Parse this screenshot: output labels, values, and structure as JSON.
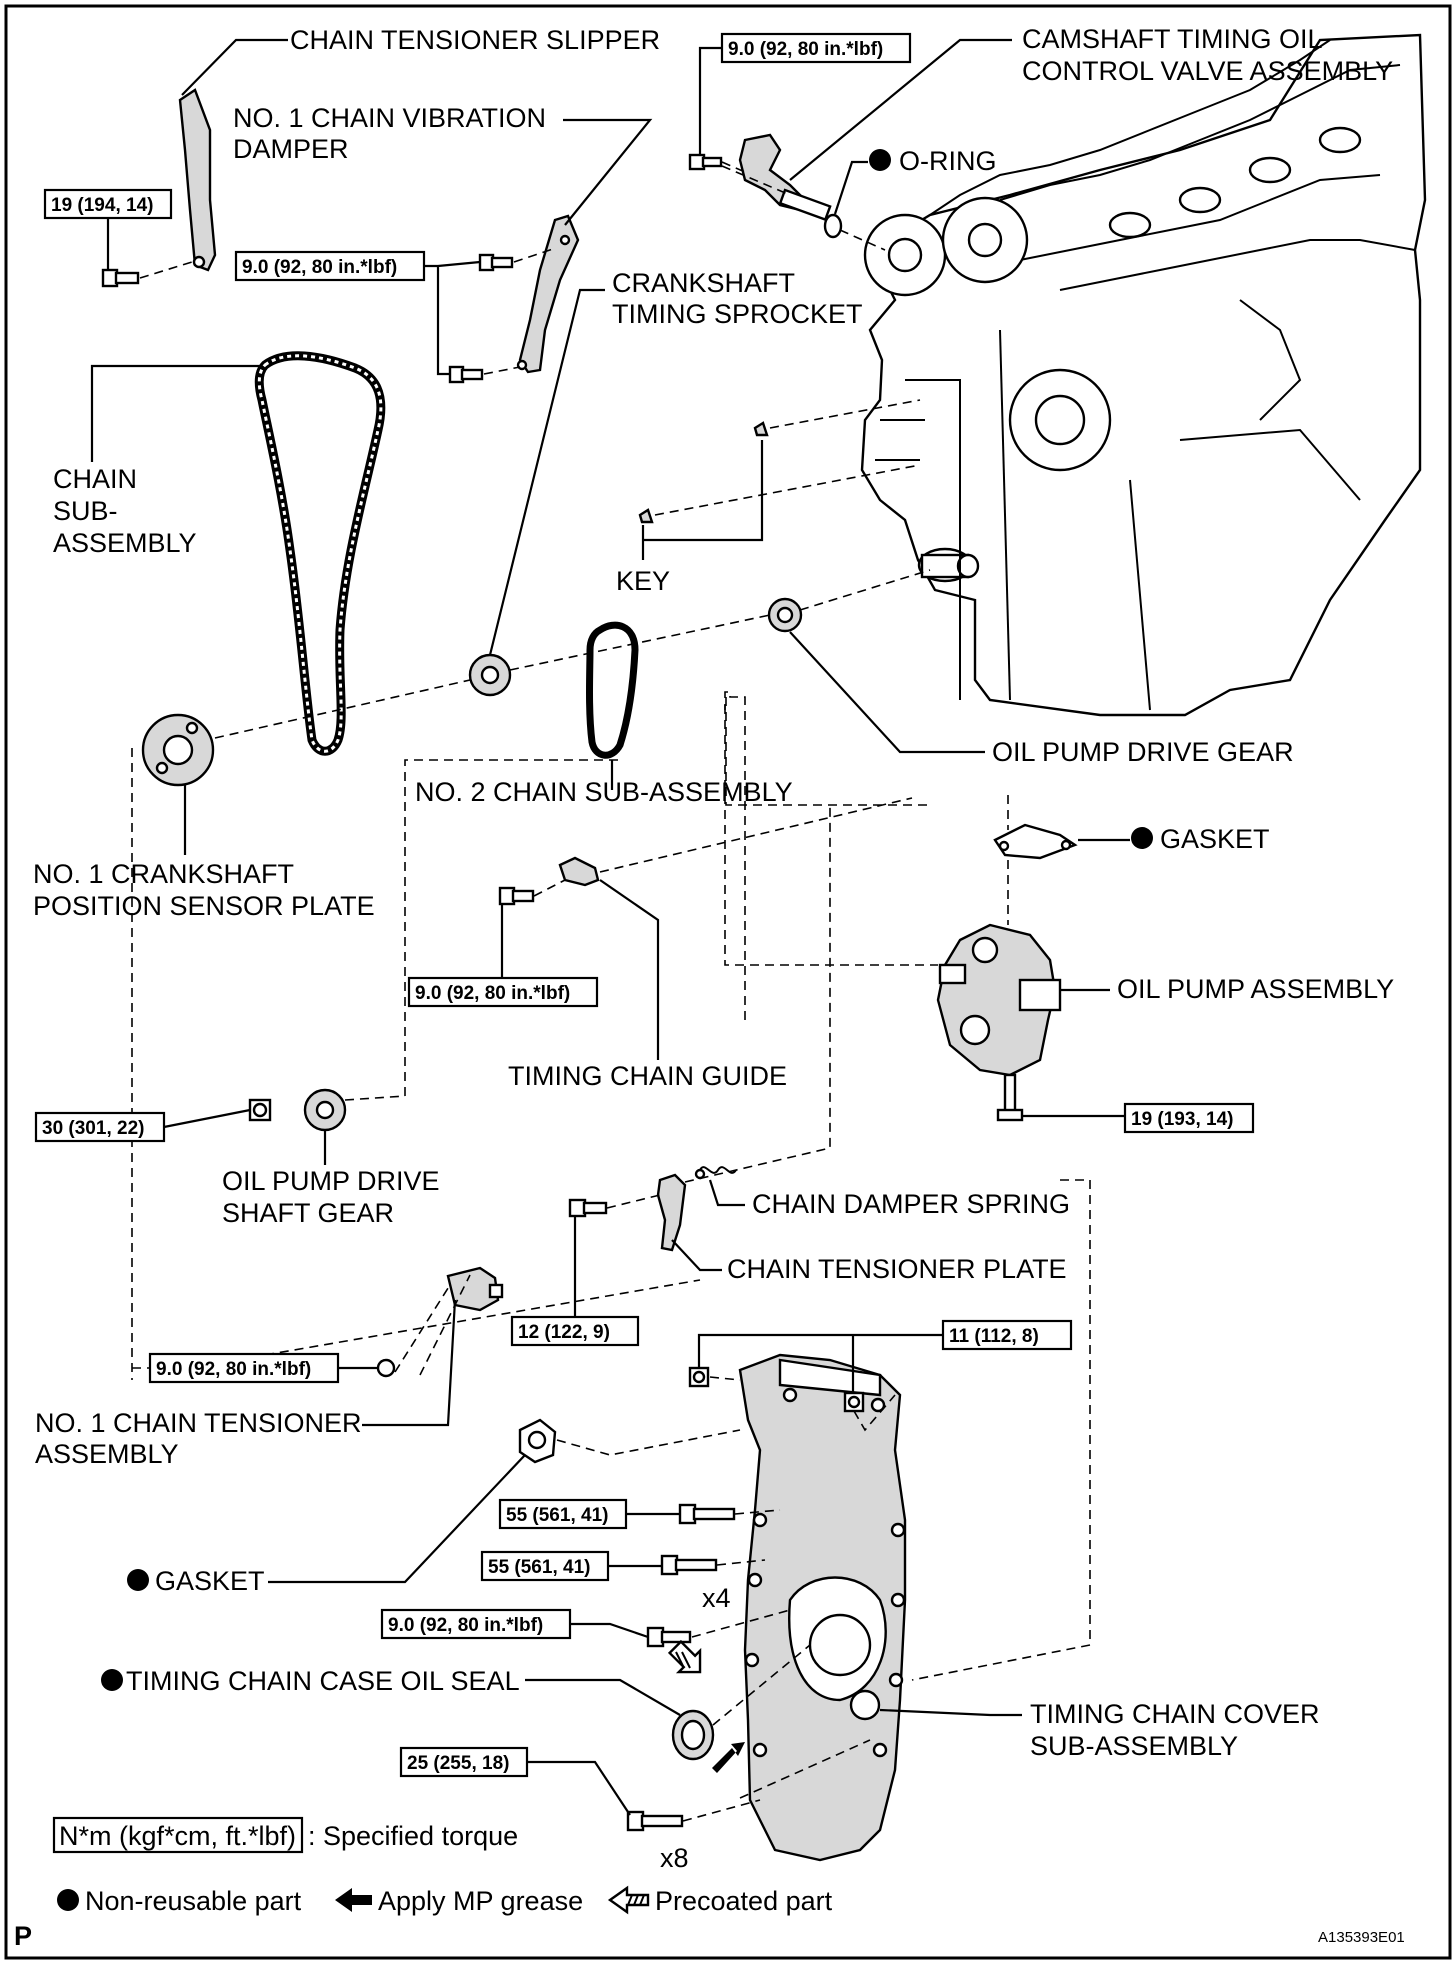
{
  "labels": {
    "chain_tensioner_slipper": "CHAIN TENSIONER SLIPPER",
    "camshaft_ocv_line1": "CAMSHAFT TIMING OIL",
    "camshaft_ocv_line2": "CONTROL VALVE ASSEMBLY",
    "o_ring": "O-RING",
    "vibration_damper_line1": "NO. 1 CHAIN VIBRATION",
    "vibration_damper_line2": "DAMPER",
    "crank_sprocket_line1": "CRANKSHAFT",
    "crank_sprocket_line2": "TIMING SPROCKET",
    "chain_line1": "CHAIN",
    "chain_line2": "SUB-",
    "chain_line3": "ASSEMBLY",
    "key": "KEY",
    "oil_pump_drive_gear": "OIL PUMP DRIVE GEAR",
    "no2_chain": "NO. 2 CHAIN SUB-ASSEMBLY",
    "gasket_pump": "GASKET",
    "sensor_plate_line1": "NO. 1 CRANKSHAFT",
    "sensor_plate_line2": "POSITION SENSOR PLATE",
    "oil_pump_assembly": "OIL PUMP ASSEMBLY",
    "timing_chain_guide": "TIMING CHAIN GUIDE",
    "shaft_gear_line1": "OIL PUMP DRIVE",
    "shaft_gear_line2": "SHAFT GEAR",
    "chain_damper_spring": "CHAIN DAMPER SPRING",
    "chain_tensioner_plate": "CHAIN TENSIONER PLATE",
    "tensioner_assy_line1": "NO. 1 CHAIN TENSIONER",
    "tensioner_assy_line2": "ASSEMBLY",
    "gasket_tensioner": "GASKET",
    "oil_seal": "TIMING CHAIN CASE OIL SEAL",
    "cover_line1": "TIMING CHAIN COVER",
    "cover_line2": "SUB-ASSEMBLY",
    "qty_x4": "x4",
    "qty_x8": "x8"
  },
  "torques": {
    "ocv_bolt": "9.0 (92, 80 in.*lbf)",
    "slipper_bolt": "19 (194, 14)",
    "damper_bolts": "9.0 (92, 80 in.*lbf)",
    "guide_bolt": "9.0 (92, 80 in.*lbf)",
    "shaft_gear_nut": "30 (301, 22)",
    "oil_pump_bolt": "19 (193, 14)",
    "tensioner_plate_bolt": "12 (122, 9)",
    "cover_nuts": "11 (112, 8)",
    "tensioner_nut": "9.0 (92, 80 in.*lbf)",
    "cover_bolt_a": "55 (561, 41)",
    "cover_bolt_b": "55 (561, 41)",
    "cover_bolt_c": "9.0 (92, 80 in.*lbf)",
    "cover_bolts_x8": "25 (255, 18)"
  },
  "legend": {
    "units_box": "N*m (kgf*cm, ft.*lbf)",
    "units_text": ": Specified torque",
    "non_reusable": "Non-reusable part",
    "mp_grease": "Apply MP grease",
    "precoated": "Precoated part"
  },
  "page_mark": "P",
  "figure_code": "A135393E01"
}
